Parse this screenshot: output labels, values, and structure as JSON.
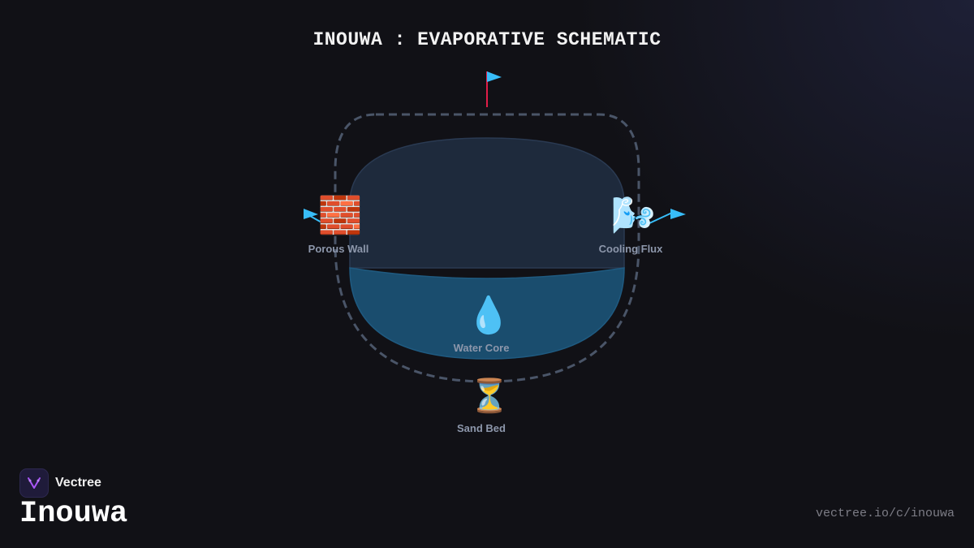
{
  "title": "INOUWA : EVAPORATIVE SCHEMATIC",
  "diagram": {
    "nodes": [
      {
        "id": "porous-wall",
        "label": "Porous Wall",
        "icon": "brick-icon",
        "glyph": "🧱"
      },
      {
        "id": "cooling-flux",
        "label": "Cooling Flux",
        "icon": "wind-icon",
        "glyph": "🌬️"
      },
      {
        "id": "water-core",
        "label": "Water Core",
        "icon": "droplet-icon",
        "glyph": "💧"
      },
      {
        "id": "sand-bed",
        "label": "Sand Bed",
        "icon": "hourglass-icon",
        "glyph": "⏳"
      }
    ],
    "colors": {
      "vessel_fill": "#1e2a3c",
      "water_fill": "#1a4d6e",
      "outline_dash": "#4a5568",
      "arrow": "#38bdf8",
      "flag_pole": "#e11d48"
    }
  },
  "footer": {
    "brand": "Vectree",
    "project": "Inouwa",
    "url": "vectree.io/c/inouwa"
  }
}
